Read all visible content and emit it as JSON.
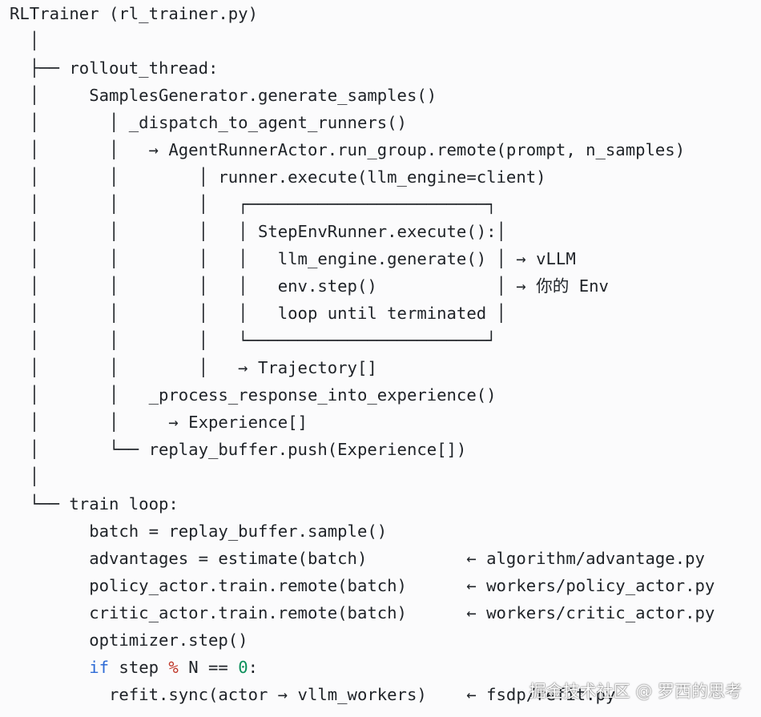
{
  "lines": [
    "RLTrainer (rl_trainer.py)",
    "  │",
    "  ├── rollout_thread:",
    "  │     SamplesGenerator.generate_samples()",
    "  │       │ _dispatch_to_agent_runners()",
    "  │       │   → AgentRunnerActor.run_group.remote(prompt, n_samples)",
    "  │       │        │ runner.execute(llm_engine=client)",
    "  │       │        │   ┌────────────────────────┐",
    "  │       │        │   │ StepEnvRunner.execute():│",
    "  │       │        │   │   llm_engine.generate() │ → vLLM",
    "  │       │        │   │   env.step()            │ → 你的 Env",
    "  │       │        │   │   loop until terminated │",
    "  │       │        │   └────────────────────────┘",
    "  │       │        │   → Trajectory[]",
    "  │       │   _process_response_into_experience()",
    "  │       │     → Experience[]",
    "  │       └── replay_buffer.push(Experience[])",
    "  │",
    "  └── train loop:",
    "        batch = replay_buffer.sample()",
    "        advantages = estimate(batch)          ← algorithm/advantage.py",
    "        policy_actor.train.remote(batch)      ← workers/policy_actor.py",
    "        critic_actor.train.remote(batch)      ← workers/critic_actor.py",
    "        optimizer.step()"
  ],
  "if_line": {
    "indent": "        ",
    "kw": "if",
    "a": " step ",
    "op": "%",
    "b": " N == ",
    "num": "0",
    "c": ":"
  },
  "last_line": "          refit.sync(actor → vllm_workers)    ← fsdp/refit.py",
  "watermark": "掘金技术社区 @ 罗西的思考",
  "colors": {
    "background": "#fbfbfc",
    "text": "#1f2328",
    "keyword": "#2f6cd6",
    "number": "#0a8f5a",
    "operator": "#c0392b"
  }
}
